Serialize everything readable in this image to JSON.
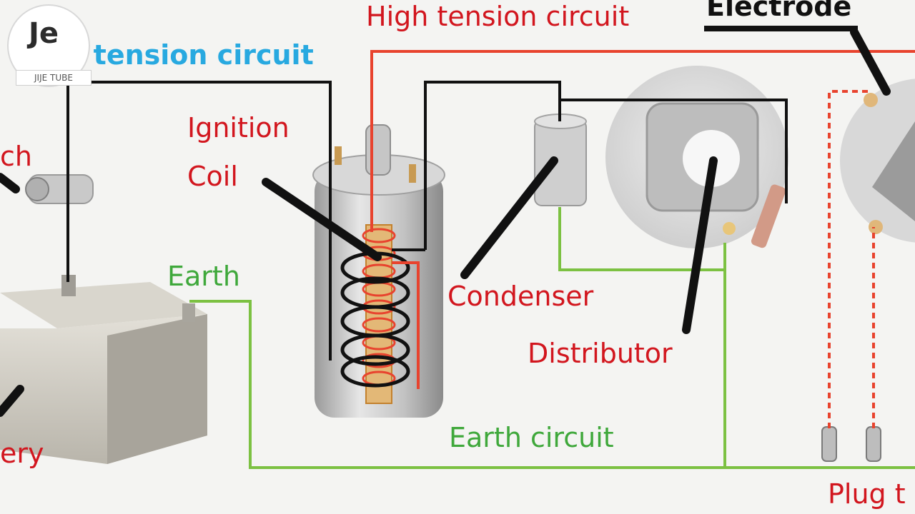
{
  "colors": {
    "low_tension": "#28a9e0",
    "high_tension": "#d2161e",
    "earth": "#3fa83b",
    "wire_black": "#111111",
    "wire_red": "#e8432e",
    "wire_green": "#7cc142"
  },
  "logo": {
    "mark": "Je",
    "tag": "JIJE TUBE"
  },
  "labels": {
    "high_tension": "High tension circuit",
    "electrode": "Electrode",
    "low_tension": "Low tension circuit",
    "ignition": "Ignition",
    "coil": "Coil",
    "switch": "ch",
    "earth": "Earth",
    "condenser": "Condenser",
    "distributor": "Distributor",
    "battery": "ery",
    "earth_circuit": "Earth circuit",
    "plug": "Plug t"
  }
}
